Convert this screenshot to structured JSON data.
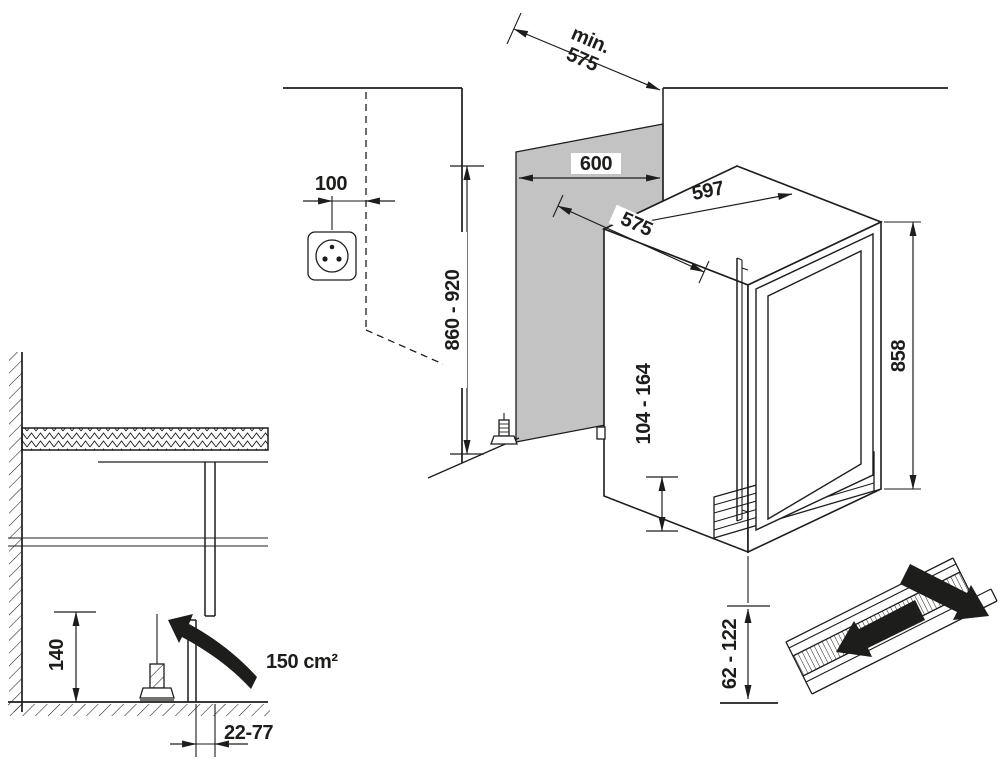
{
  "colors": {
    "ink": "#1d1d1b",
    "niche_back_panel": "#c3c3c3"
  },
  "niche": {
    "depth": {
      "prefix": "min.",
      "value": "575"
    },
    "width": "600",
    "socket_offset": "100",
    "height": "860 - 920"
  },
  "appliance": {
    "width": "597",
    "depth": "575",
    "height": "858",
    "base_height": "104 - 164",
    "plinth_height": "62 - 122"
  },
  "section": {
    "vent_clearance_height": "140",
    "vent_cross_section": "150 cm²",
    "plinth_recess_depth": "22-77"
  }
}
